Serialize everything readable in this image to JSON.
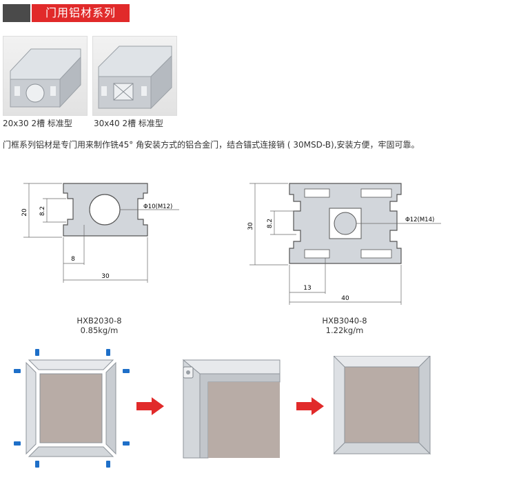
{
  "header": {
    "title": "门用铝材系列"
  },
  "products": [
    {
      "caption": "20x30  2槽  标准型"
    },
    {
      "caption": "30x40  2槽  标准型"
    }
  ],
  "description": "门框系列铝材是专门用来制作铣45°  角安装方式的铝合金门，结合锚式连接销 ( 30MSD-B),安装方便，牢固可靠。",
  "drawings": [
    {
      "model": "HXB2030-8",
      "weight": "0.85kg/m",
      "dims": {
        "height": "20",
        "slot": "8.2",
        "hole": "Φ10(M12)",
        "offset": "8",
        "width": "30"
      }
    },
    {
      "model": "HXB3040-8",
      "weight": "1.22kg/m",
      "dims": {
        "height": "30",
        "slot": "8.2",
        "hole": "Φ12(M14)",
        "offset": "13",
        "width": "40"
      }
    }
  ],
  "colors": {
    "accent": "#e12a2a",
    "header_dark": "#4a4a4a",
    "profile_gray": "#cfd3d8",
    "panel": "#b8aca6",
    "connector": "#1e6fc8"
  }
}
